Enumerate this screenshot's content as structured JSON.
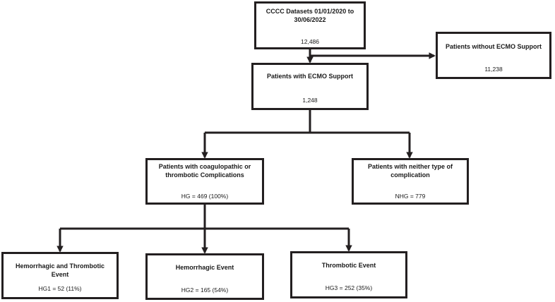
{
  "flowchart": {
    "datasets": {
      "title": "CCCC Datasets 01/01/2020 to 30/06/2022",
      "value": "12,486"
    },
    "without_ecmo": {
      "title": "Patients without ECMO Support",
      "value": "11,238"
    },
    "with_ecmo": {
      "title": "Patients with ECMO Support",
      "value": "1,248"
    },
    "complications": {
      "title": "Patients with coagulopathic or thrombotic Complications",
      "value": "HG = 469 (100%)"
    },
    "no_complication": {
      "title": "Patients with neither type of complication",
      "value": "NHG = 779"
    },
    "hg1": {
      "title": "Hemorrhagic and Thrombotic Event",
      "value": "HG1 = 52 (11%)"
    },
    "hg2": {
      "title": "Hemorrhagic Event",
      "value": "HG2 = 165 (54%)"
    },
    "hg3": {
      "title": "Thrombotic Event",
      "value": "HG3 = 252 (35%)"
    }
  }
}
